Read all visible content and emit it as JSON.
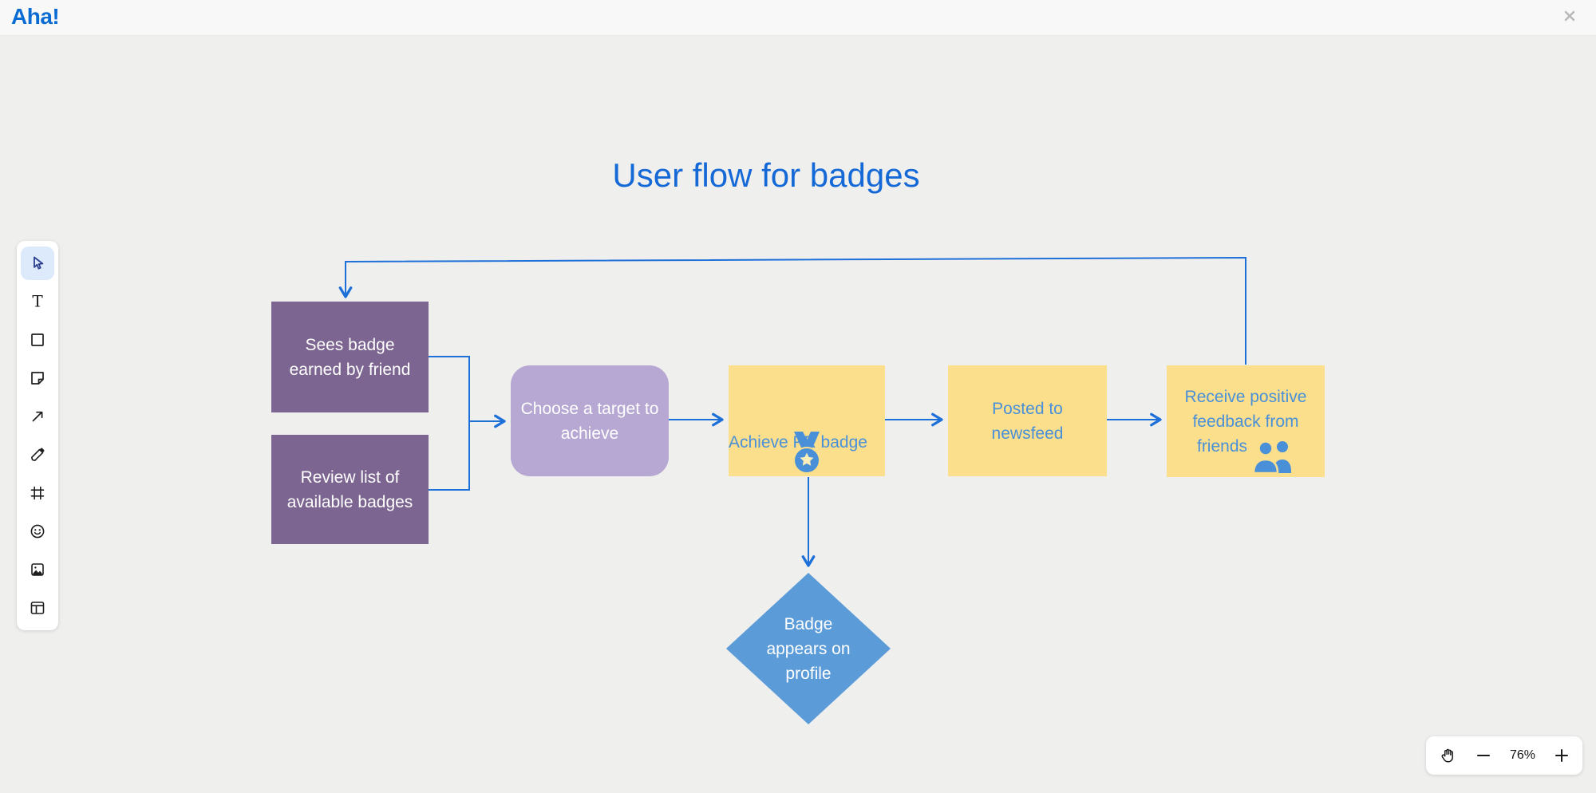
{
  "header": {
    "logo_text": "Aha!",
    "close_icon": "close-icon"
  },
  "board": {
    "title": "User flow for badges"
  },
  "toolbar": {
    "tools": [
      {
        "id": "select",
        "icon": "cursor-icon",
        "active": true
      },
      {
        "id": "text",
        "icon": "text-icon",
        "active": false
      },
      {
        "id": "shape",
        "icon": "rectangle-icon",
        "active": false
      },
      {
        "id": "sticky",
        "icon": "sticky-note-icon",
        "active": false
      },
      {
        "id": "connector",
        "icon": "arrow-icon",
        "active": false
      },
      {
        "id": "draw",
        "icon": "pencil-icon",
        "active": false
      },
      {
        "id": "frame",
        "icon": "frame-icon",
        "active": false
      },
      {
        "id": "emoji",
        "icon": "smiley-icon",
        "active": false
      },
      {
        "id": "image",
        "icon": "image-icon",
        "active": false
      },
      {
        "id": "layout",
        "icon": "layout-icon",
        "active": false
      }
    ]
  },
  "flow": {
    "nodes": [
      {
        "id": "sees-badge",
        "type": "rectangle",
        "lines": [
          "Sees badge",
          "earned by friend"
        ]
      },
      {
        "id": "review-list",
        "type": "rectangle",
        "lines": [
          "Review list of",
          "available badges"
        ]
      },
      {
        "id": "choose-target",
        "type": "rounded",
        "lines": [
          "Choose a target to",
          "achieve"
        ]
      },
      {
        "id": "achieve-badge",
        "type": "rectangle",
        "lines": [
          "Achieve PR badge"
        ],
        "icon": "medal-icon"
      },
      {
        "id": "posted-newsfeed",
        "type": "rectangle",
        "lines": [
          "Posted to",
          "newsfeed"
        ]
      },
      {
        "id": "receive-feedback",
        "type": "rectangle",
        "lines": [
          "Receive positive",
          "feedback from",
          "friends"
        ],
        "icon": "people-icon"
      },
      {
        "id": "badge-profile",
        "type": "diamond",
        "lines": [
          "Badge",
          "appears on",
          "profile"
        ]
      }
    ],
    "edges": [
      {
        "from": "sees-badge",
        "to": "choose-target"
      },
      {
        "from": "review-list",
        "to": "choose-target"
      },
      {
        "from": "choose-target",
        "to": "achieve-badge"
      },
      {
        "from": "achieve-badge",
        "to": "posted-newsfeed"
      },
      {
        "from": "posted-newsfeed",
        "to": "receive-feedback"
      },
      {
        "from": "achieve-badge",
        "to": "badge-profile"
      },
      {
        "from": "receive-feedback",
        "to": "sees-badge"
      }
    ]
  },
  "zoom_controls": {
    "pan_icon": "hand-icon",
    "zoom_out_icon": "minus-icon",
    "zoom_level": "76%",
    "zoom_in_icon": "plus-icon"
  },
  "colors": {
    "logo_blue": "#0a6cd3",
    "title_blue": "#1569d6",
    "connector_blue": "#1e70d9",
    "node_purple": "#7c6590",
    "node_lavender": "#b6a8d2",
    "node_yellow": "#fbdf8d",
    "node_text_blue": "#4a90d9",
    "diamond_blue": "#5b9bd8",
    "canvas_gray": "#efefee"
  }
}
